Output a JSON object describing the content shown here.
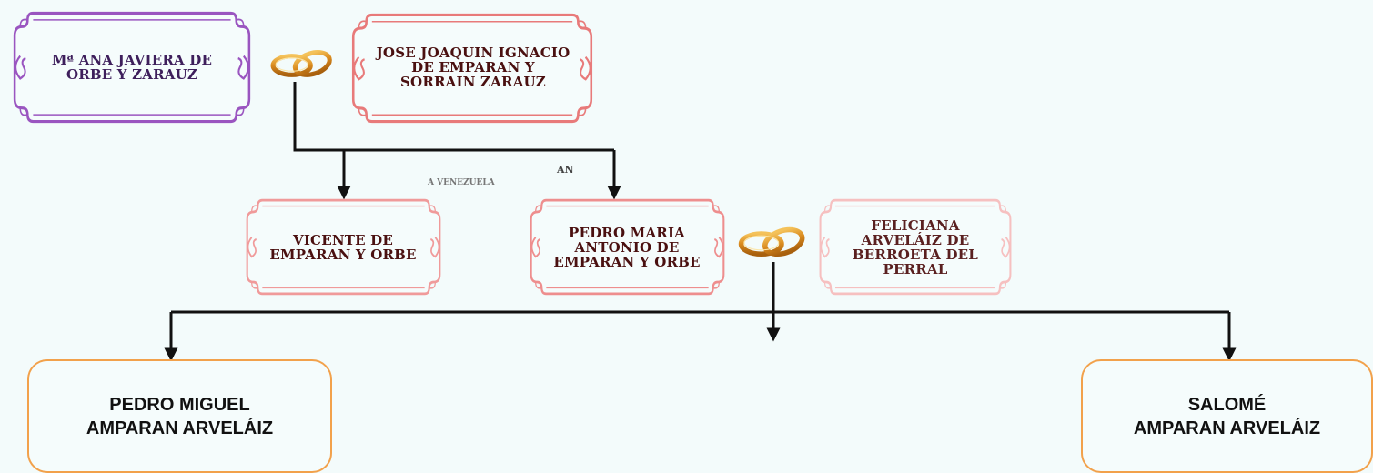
{
  "colors": {
    "background": "#f3fbfb",
    "purple_scroll": "#9a55c0",
    "red_scroll": "#e87a7a",
    "pink_scroll": "#f4b6b6",
    "orange_box": "#f2a14b",
    "connector": "#111111",
    "ring_gold": "#d98a1e"
  },
  "persons": {
    "ana": "Mª ANA JAVIERA DE ORBE Y ZARAUZ",
    "jose": "JOSE JOAQUIN IGNACIO DE EMPARAN Y SORRAIN ZARAUZ",
    "vicente": "VICENTE DE EMPARAN Y ORBE",
    "pedro_maria": "PEDRO MARIA ANTONIO DE EMPARAN Y ORBE",
    "feliciana": "FELICIANA ARVELÁIZ DE BERROETA DEL PERRAL",
    "pedro_miguel": "PEDRO MIGUEL\nAMPARAN ARVELÁIZ",
    "salome": "SALOMÉ\nAMPARAN ARVELÁIZ"
  },
  "fragments": {
    "an_label": "AN",
    "venezuela_label": "A VENEZUELA"
  },
  "icons": {
    "marriage_1": "wedding-rings-icon",
    "marriage_2": "wedding-rings-icon"
  }
}
